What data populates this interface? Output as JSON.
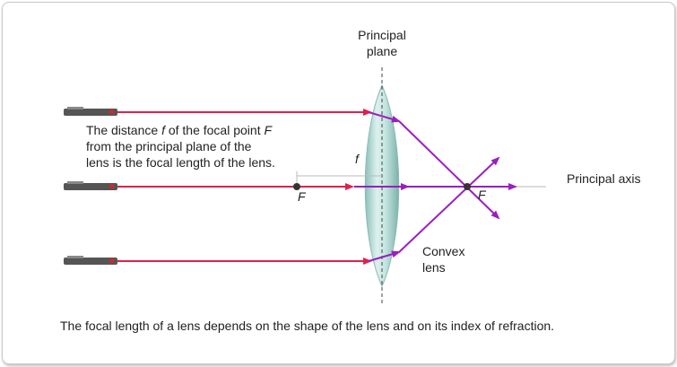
{
  "labels": {
    "principal_plane_line1": "Principal",
    "principal_plane_line2": "plane",
    "principal_axis": "Principal axis",
    "description_line1_a": "The distance ",
    "description_f": "f",
    "description_line1_b": " of the focal point ",
    "description_F": "F",
    "description_line2": "from the principal plane of the",
    "description_line3": "lens is the focal length of the lens.",
    "focal_length_symbol": "f",
    "focal_point_left": "F",
    "focal_point_right": "F",
    "lens_line1": "Convex",
    "lens_line2": "lens",
    "caption": "The focal length of a lens depends on the shape of the lens and on its index of refraction."
  },
  "colors": {
    "incident_ray": "#e0204a",
    "refracted_ray": "#9a1fc0",
    "lens_fill": "#a8d6d0",
    "axis": "#b0b0b0",
    "flashlight_body": "#444444"
  },
  "icons": [
    "flashlight-icon",
    "lens-shape",
    "focal-point-dot"
  ]
}
